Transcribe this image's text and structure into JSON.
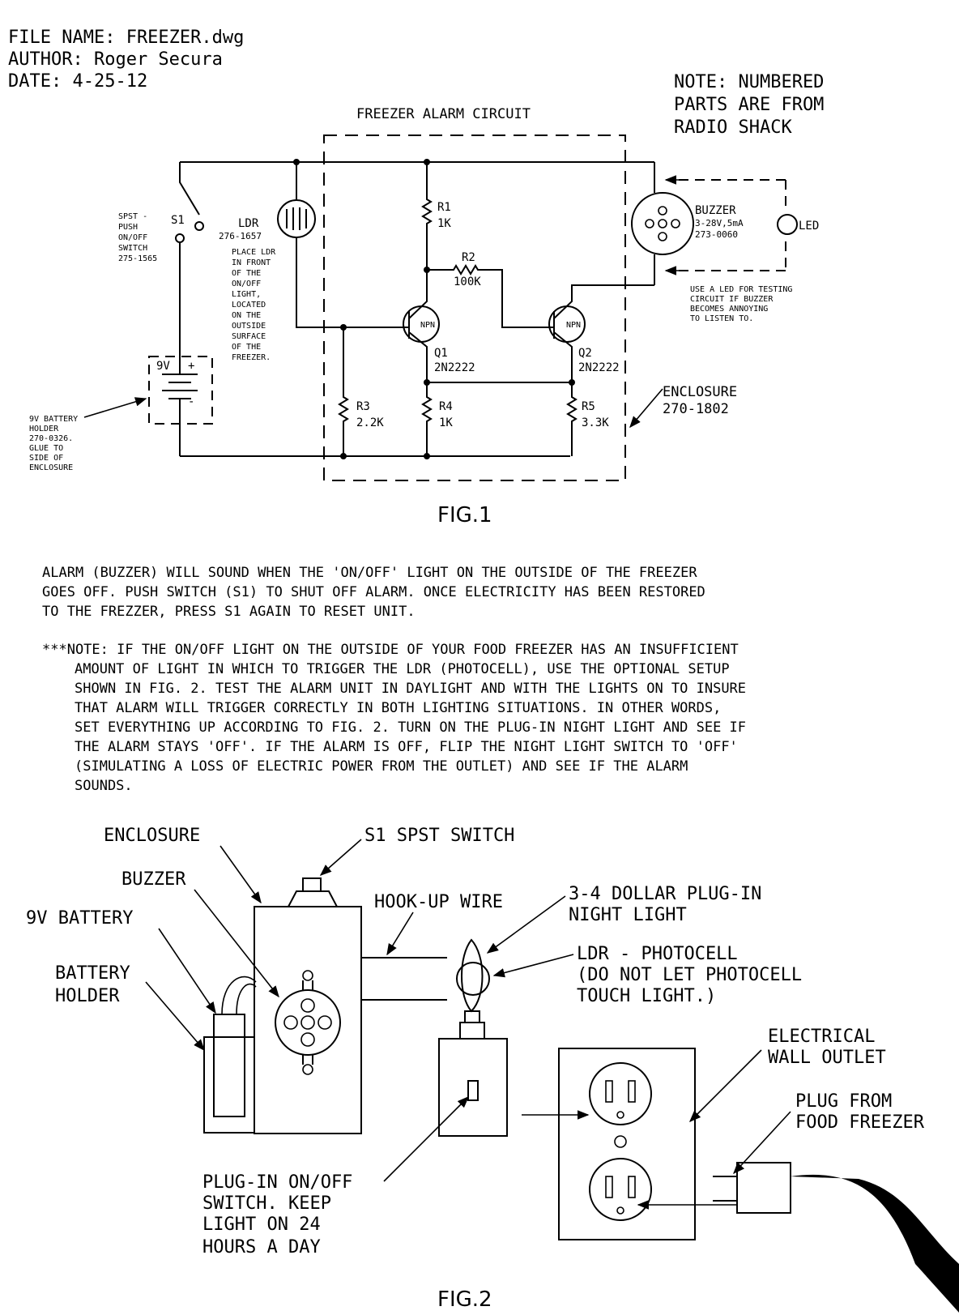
{
  "header": {
    "file_name": "FILE NAME: FREEZER.dwg",
    "author": "AUTHOR: Roger Secura",
    "date": "DATE: 4-25-12"
  },
  "note_parts": [
    "NOTE: NUMBERED",
    "PARTS ARE FROM",
    "RADIO SHACK"
  ],
  "fig1": {
    "title": "FREEZER ALARM CIRCUIT",
    "caption": "FIG.1",
    "switch": {
      "label": "S1",
      "desc": [
        "SPST -",
        "PUSH",
        "ON/OFF",
        "SWITCH",
        "275-1565"
      ]
    },
    "ldr": {
      "label": "LDR",
      "part": "276-1657",
      "desc": [
        "PLACE LDR",
        "IN FRONT",
        "OF THE",
        "ON/OFF",
        "LIGHT,",
        "LOCATED",
        "ON THE",
        "OUTSIDE",
        "SURFACE",
        "OF THE",
        "FREEZER."
      ]
    },
    "battery": {
      "label": "9V",
      "plus": "+",
      "minus": "-",
      "desc": [
        "9V BATTERY",
        "HOLDER",
        "270-0326.",
        "GLUE TO",
        "SIDE OF",
        "ENCLOSURE"
      ]
    },
    "r1": {
      "name": "R1",
      "value": "1K"
    },
    "r2": {
      "name": "R2",
      "value": "100K"
    },
    "r3": {
      "name": "R3",
      "value": "2.2K"
    },
    "r4": {
      "name": "R4",
      "value": "1K"
    },
    "r5": {
      "name": "R5",
      "value": "3.3K"
    },
    "q1": {
      "name": "Q1",
      "part": "2N2222",
      "type": "NPN"
    },
    "q2": {
      "name": "Q2",
      "part": "2N2222",
      "type": "NPN"
    },
    "buzzer": {
      "label": "BUZZER",
      "spec": "3-28V,5mA",
      "part": "273-0060"
    },
    "led": {
      "label": "LED",
      "desc": [
        "USE A LED FOR TESTING",
        "CIRCUIT IF BUZZER",
        "BECOMES ANNOYING",
        "TO LISTEN TO."
      ]
    },
    "enclosure": {
      "label": "ENCLOSURE",
      "part": "270-1802"
    }
  },
  "description": [
    "ALARM (BUZZER) WILL SOUND WHEN THE 'ON/OFF' LIGHT ON  THE OUTSIDE OF THE FREEZER",
    "GOES OFF. PUSH SWITCH (S1) TO SHUT OFF ALARM. ONCE ELECTRICITY HAS BEEN RESTORED",
    "TO THE FREZZER, PRESS S1 AGAIN TO RESET UNIT."
  ],
  "note": [
    "***NOTE: IF THE ON/OFF LIGHT ON THE OUTSIDE OF YOUR FOOD FREEZER HAS AN INSUFFICIENT",
    "AMOUNT OF LIGHT IN WHICH TO TRIGGER THE LDR (PHOTOCELL), USE THE OPTIONAL SETUP",
    "SHOWN IN FIG. 2. TEST THE ALARM UNIT IN DAYLIGHT AND WITH THE LIGHTS ON TO INSURE",
    "THAT ALARM WILL TRIGGER CORRECTLY IN BOTH LIGHTING SITUATIONS.  IN OTHER WORDS,",
    "SET EVERYTHING UP ACCORDING TO FIG. 2.  TURN ON THE PLUG-IN NIGHT LIGHT AND SEE IF",
    "THE ALARM STAYS 'OFF'.  IF THE ALARM IS OFF, FLIP THE NIGHT LIGHT SWITCH TO 'OFF'",
    "(SIMULATING A LOSS OF ELECTRIC POWER FROM THE OUTLET) AND SEE IF THE ALARM",
    "SOUNDS."
  ],
  "fig2": {
    "caption": "FIG.2",
    "enclosure": "ENCLOSURE",
    "switch": "S1 SPST SWITCH",
    "buzzer": "BUZZER",
    "battery": "9V BATTERY",
    "battery_holder": [
      "BATTERY",
      "HOLDER"
    ],
    "hookup": "HOOK-UP WIRE",
    "night_light": [
      "3-4 DOLLAR PLUG-IN",
      "NIGHT LIGHT"
    ],
    "ldr": [
      "LDR - PHOTOCELL",
      "(DO NOT LET PHOTOCELL",
      "TOUCH LIGHT.)"
    ],
    "outlet": [
      "ELECTRICAL",
      "WALL OUTLET"
    ],
    "plug": [
      "PLUG FROM",
      "FOOD FREEZER"
    ],
    "onoff": [
      "PLUG-IN ON/OFF",
      "SWITCH. KEEP",
      "LIGHT ON 24",
      "HOURS A DAY"
    ]
  }
}
